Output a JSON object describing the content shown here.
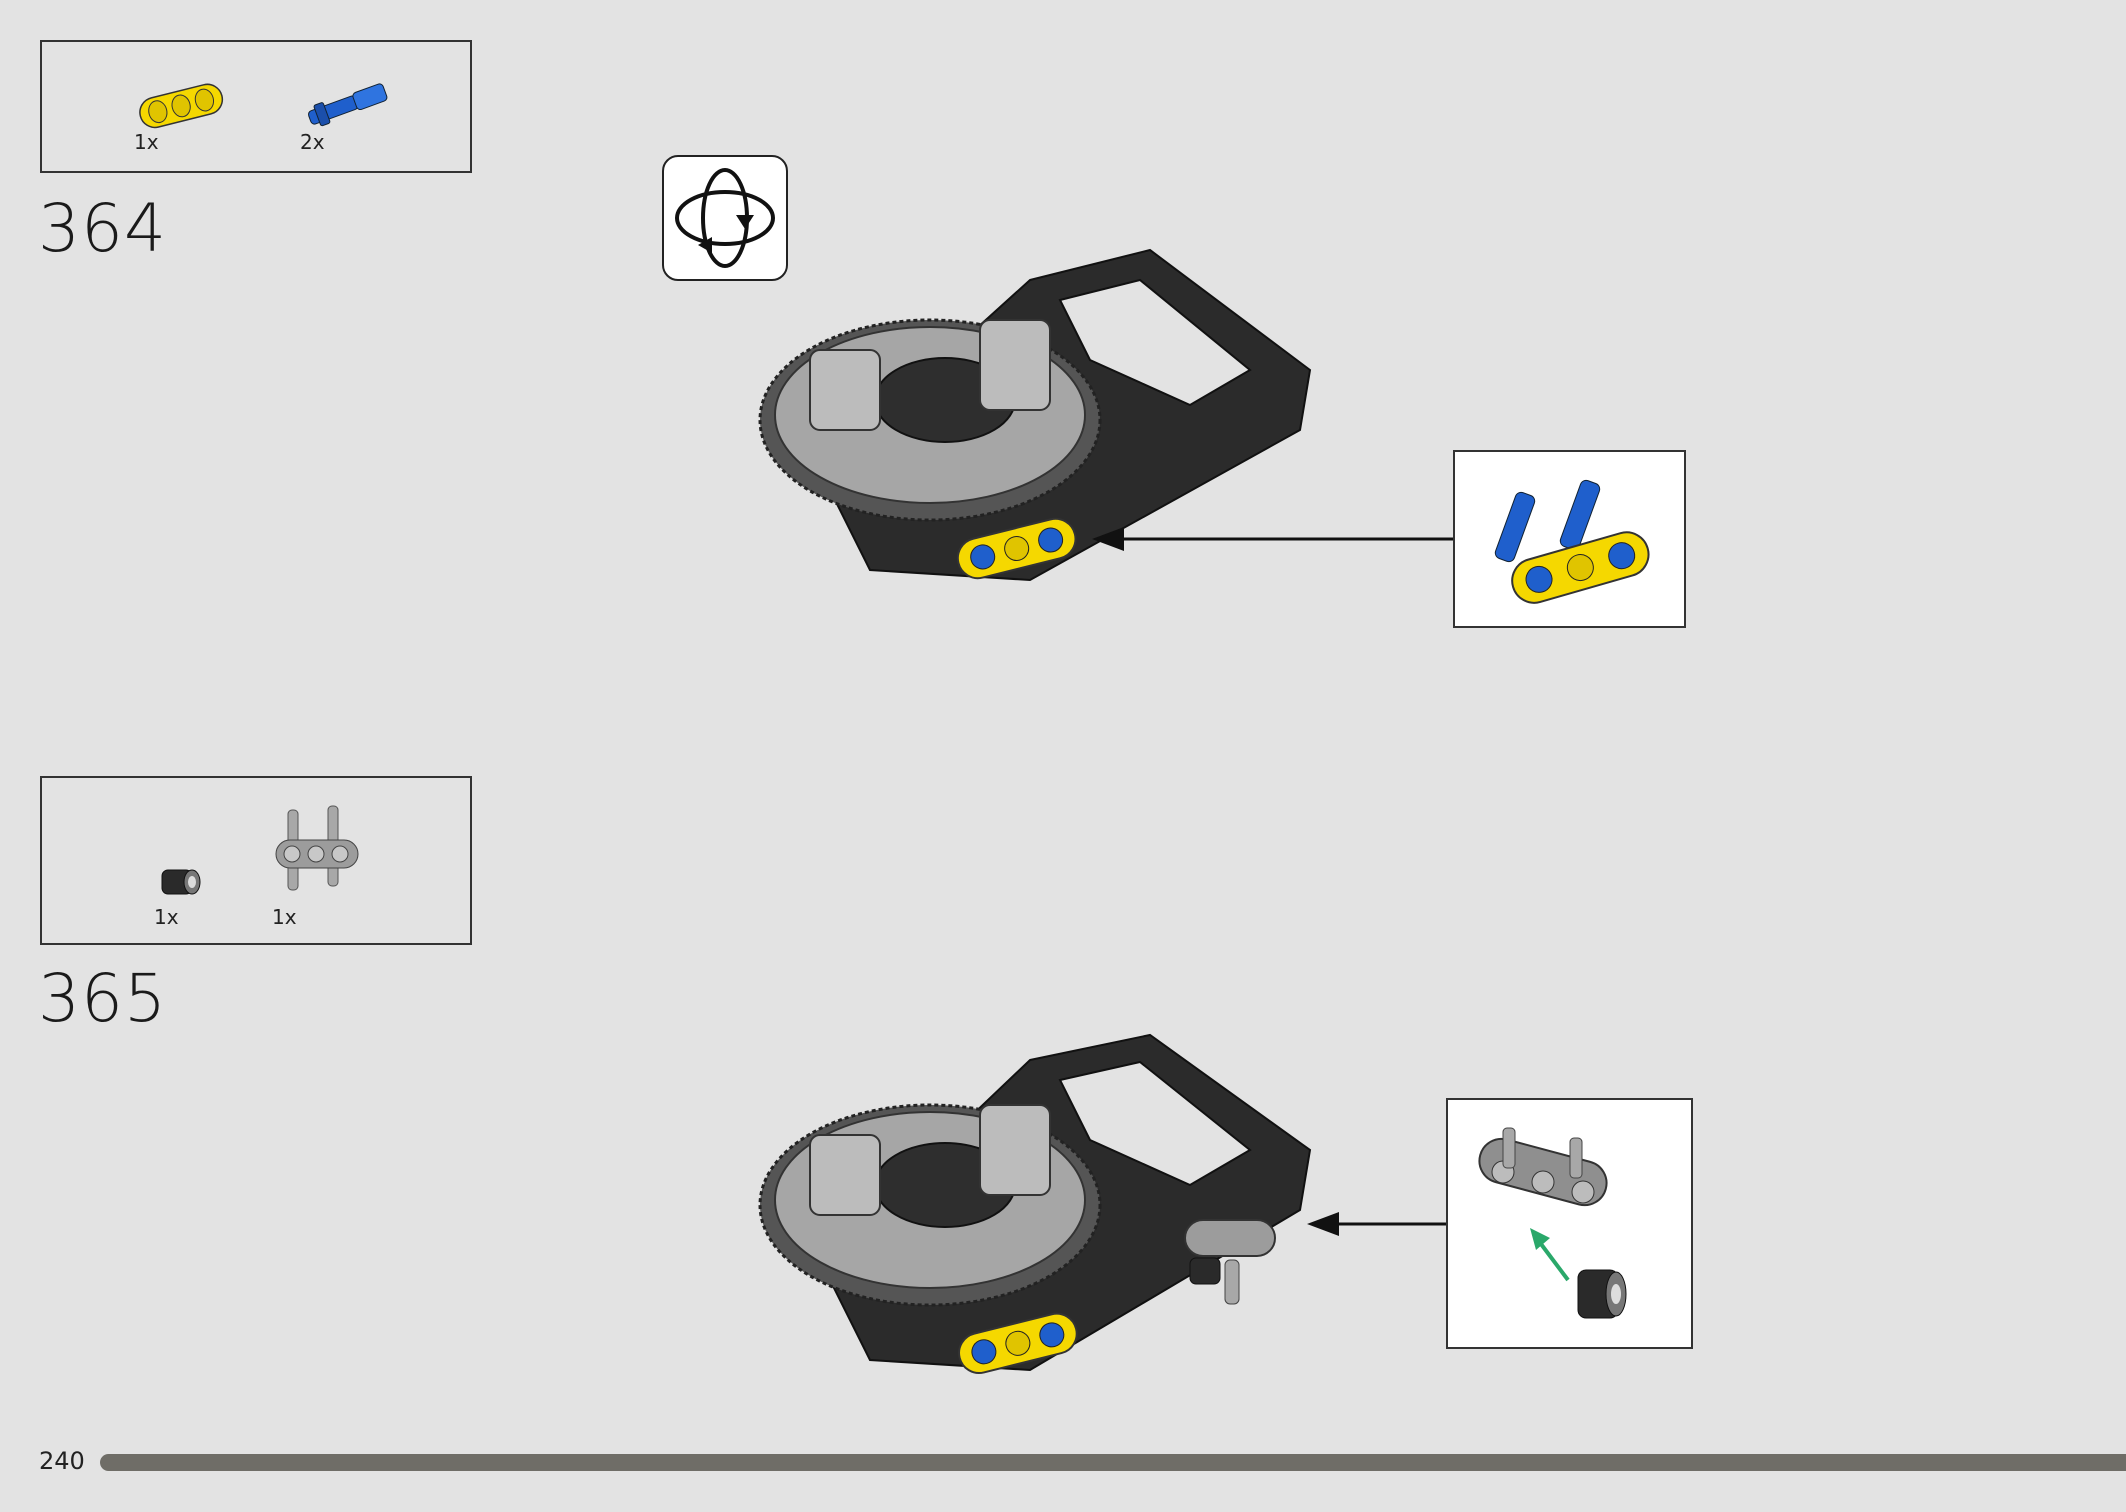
{
  "steps": [
    {
      "number": "364",
      "parts": [
        {
          "icon": "yellow-3-beam-icon",
          "quantity": "1x"
        },
        {
          "icon": "blue-axle-pin-icon",
          "quantity": "2x"
        }
      ]
    },
    {
      "number": "365",
      "parts": [
        {
          "icon": "black-bush-icon",
          "quantity": "1x"
        },
        {
          "icon": "grey-cross-block-icon",
          "quantity": "1x"
        }
      ]
    }
  ],
  "footer": {
    "page_number": "240",
    "progress": 0.97
  },
  "colors": {
    "background": "#e3e3e3",
    "yellow": "#f5d800",
    "blue": "#1f5fcc",
    "dark_frame": "#2b2b2b",
    "light_grey": "#bdbdbd",
    "arrow_green": "#2aa86a",
    "progress_bar": "#6f6d67"
  }
}
